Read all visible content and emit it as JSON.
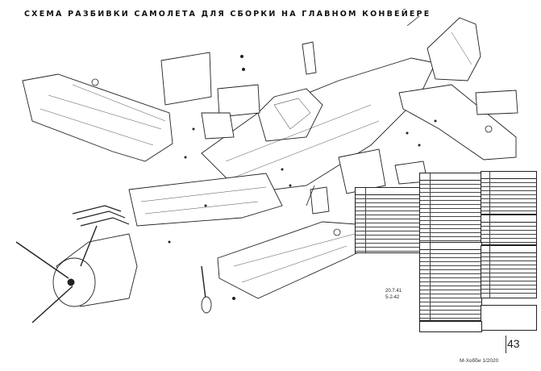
{
  "title": "СХЕМА РАЗБИВКИ САМОЛЕТА ДЛЯ СБОРКИ НА ГЛАВНОМ КОНВЕЙЕРЕ",
  "page_number": "43",
  "footer": "М-Хобби 1/2020",
  "signature": "20.7.41",
  "signature2": "5-2-42"
}
